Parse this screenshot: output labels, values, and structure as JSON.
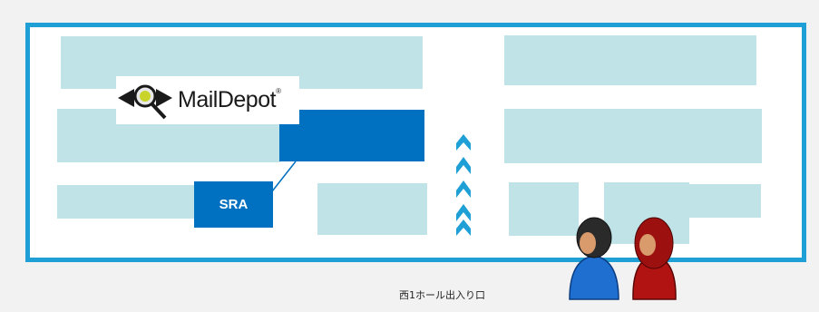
{
  "colors": {
    "hall_border": "#1e9fd5",
    "booth": "#bfe3e6",
    "highlight_booth": "#0070c0",
    "arrow": "#1e9fd5",
    "visitor_blue": "#1f6fd1",
    "visitor_red": "#b11313"
  },
  "logo": {
    "text": "MailDepot",
    "reg_mark": "®",
    "icon": "magnifier-envelope-icon"
  },
  "booths": {
    "sra_label": "SRA"
  },
  "entrance": {
    "label": "西1ホール出入り口",
    "arrow_icon": "chevron-up-arrows-icon"
  },
  "visitors": [
    {
      "icon": "person-male-icon"
    },
    {
      "icon": "person-female-icon"
    }
  ]
}
